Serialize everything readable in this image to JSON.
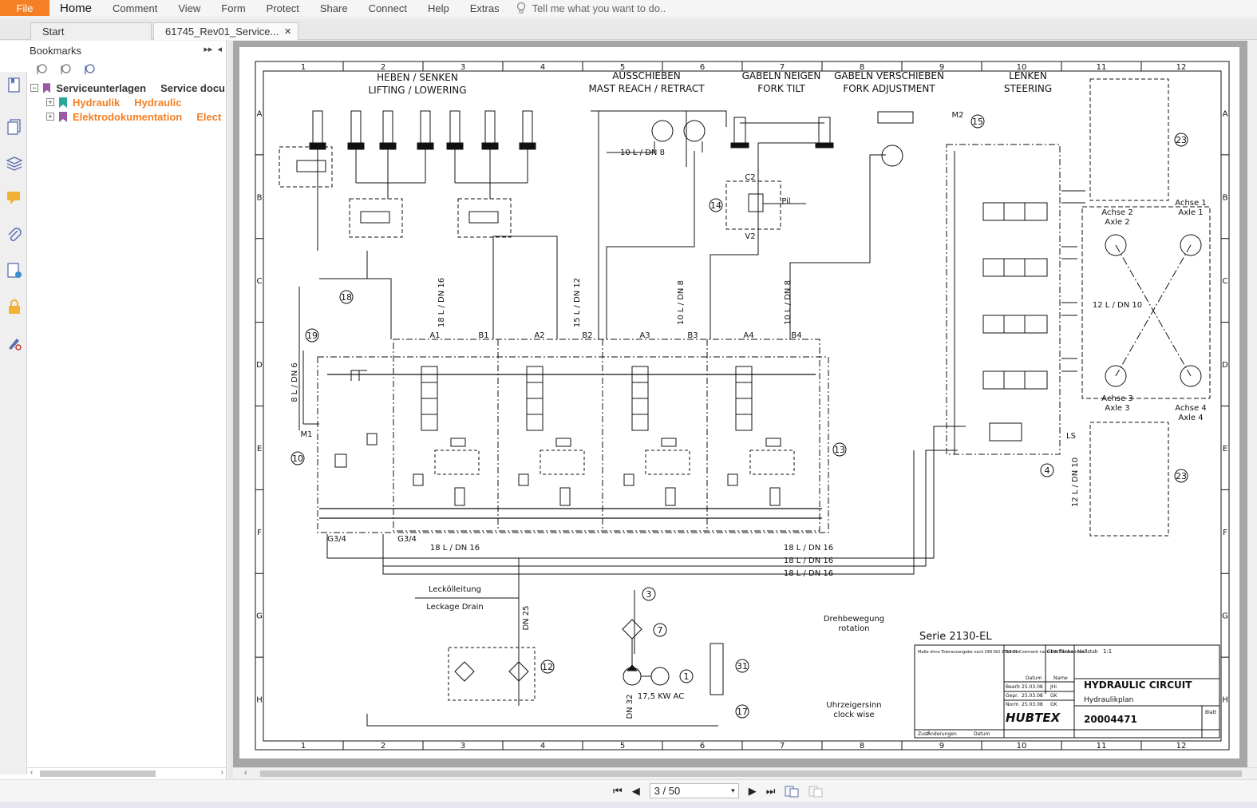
{
  "menu": {
    "file": "File",
    "items": [
      "Home",
      "Comment",
      "View",
      "Form",
      "Protect",
      "Share",
      "Connect",
      "Help",
      "Extras"
    ],
    "tell_me_placeholder": "Tell me what you want to do.."
  },
  "tabs": [
    {
      "label": "Start"
    },
    {
      "label": "61745_Rev01_Service...",
      "close": "×"
    }
  ],
  "bookmarks": {
    "title": "Bookmarks",
    "tree": [
      {
        "label": "Serviceunterlagen",
        "label2": "Service docu",
        "expander": "−",
        "style": "dark"
      },
      {
        "label": "Hydraulik",
        "label2": "Hydraulic",
        "expander": "+",
        "style": "orange"
      },
      {
        "label": "Elektrodokumentation",
        "label2": "Elect",
        "expander": "+",
        "style": "orange"
      }
    ]
  },
  "pager": {
    "current": "3 / 50"
  },
  "drawing": {
    "cols": [
      "1",
      "2",
      "3",
      "4",
      "5",
      "6",
      "7",
      "8",
      "9",
      "10",
      "11",
      "12"
    ],
    "rows": [
      "A",
      "B",
      "C",
      "D",
      "E",
      "F",
      "G",
      "H"
    ],
    "headers": [
      {
        "de": "HEBEN / SENKEN",
        "en": "LIFTING / LOWERING"
      },
      {
        "de": "AUSSCHIEBEN",
        "en": "MAST REACH / RETRACT"
      },
      {
        "de": "GABELN NEIGEN",
        "en": "FORK TILT"
      },
      {
        "de": "GABELN VERSCHIEBEN",
        "en": "FORK ADJUSTMENT"
      },
      {
        "de": "LENKEN",
        "en": "STEERING"
      }
    ],
    "labels": {
      "dn16_18": "18 L / DN 16",
      "dn12_15": "15 L / DN 12",
      "dn8_10": "10 L / DN 8",
      "dn6_8": "8 L / DN 6",
      "dn10_12": "12 L / DN 10",
      "dn10_10": "10 L / DN 8",
      "dn25": "DN 25",
      "dn32": "DN 32",
      "leck_de": "Leckölleitung",
      "leck_en": "Leckage Drain",
      "motor": "17,5 KW AC",
      "drehbewegung_de": "Drehbewegung",
      "drehbewegung_en": "rotation",
      "uhrzeigersinn_de": "Uhrzeigersinn",
      "uhrzeigersinn_en": "clock wise",
      "achse1_de": "Achse 1",
      "achse1_en": "Axle 1",
      "achse2_de": "Achse 2",
      "achse2_en": "Axle 2",
      "achse3_de": "Achse 3",
      "achse3_en": "Axle 3",
      "achse4_de": "Achse 4",
      "achse4_en": "Axle 4",
      "section_a": [
        "A1",
        "A2",
        "A3",
        "A4"
      ],
      "section_b": [
        "B1",
        "B2",
        "B3",
        "B4"
      ],
      "g34": "G3/4",
      "m1": "M1",
      "m2": "M2",
      "ls": "LS",
      "pil": "Pil",
      "c2": "C2",
      "v2": "V2"
    },
    "callouts": [
      "1",
      "3",
      "4",
      "7",
      "10",
      "12",
      "13",
      "14",
      "15",
      "17",
      "18",
      "19",
      "23",
      "31"
    ],
    "title_block": {
      "serie": "Serie 2130-EL",
      "title": "HYDRAULIC CIRCUIT",
      "subtitle": "Hydraulikplan",
      "number": "20004471",
      "brand": "HUBTEX",
      "scale_label": "Maßstab",
      "scale": "1:1",
      "surface": "Oberfläche",
      "bearb": "Bearb",
      "gepr": "Gepr.",
      "norm": "Norm",
      "date1": "25.03.08",
      "date2": "25.03.08",
      "date3": "25.03.08",
      "name1": "JHi",
      "name2": "GK",
      "name3": "GK",
      "datum": "Datum",
      "name": "Name",
      "zust": "Zust",
      "aenderungen": "Änderungen",
      "datum2": "Datum",
      "blatt": "Blatt",
      "masse": "Maße ohne Toleranzangabe nach DIN ISO 2768 T1 C",
      "schutz": "Schutz- vermerk nach DIN 34 beachten !"
    }
  }
}
